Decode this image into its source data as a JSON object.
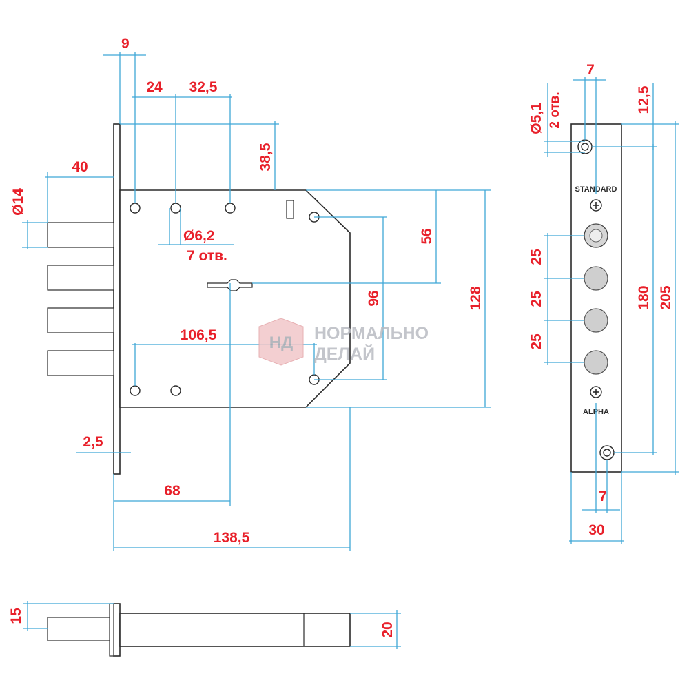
{
  "front_view": {
    "dim_9": "9",
    "dim_24": "24",
    "dim_32_5": "32,5",
    "dim_40": "40",
    "dim_38_5": "38,5",
    "dim_d14": "Ø14",
    "dim_d6_2": "Ø6,2",
    "holes_note": "7 отв.",
    "dim_56": "56",
    "dim_96": "96",
    "dim_128": "128",
    "dim_106_5": "106,5",
    "dim_2_5": "2,5",
    "dim_68": "68",
    "dim_138_5": "138,5"
  },
  "side_view": {
    "dim_15": "15",
    "dim_20": "20"
  },
  "faceplate_view": {
    "dim_7_top": "7",
    "dim_d5_1": "Ø5,1",
    "holes_note": "2 отв.",
    "dim_12_5": "12,5",
    "dim_25_a": "25",
    "dim_25_b": "25",
    "dim_25_c": "25",
    "dim_180": "180",
    "dim_205": "205",
    "dim_7_bottom": "7",
    "dim_30": "30",
    "brand_top": "STANDARD",
    "brand_bottom": "ALPHA"
  },
  "watermark": {
    "logo_letters": "НД",
    "line1": "НОРМАЛЬНО",
    "line2": "ДЕЛАЙ"
  },
  "colors": {
    "dimension_text": "#e8202a",
    "dimension_lines": "#3fa7d6",
    "outline": "#2b2b2b",
    "watermark": "#b9bcc2"
  }
}
